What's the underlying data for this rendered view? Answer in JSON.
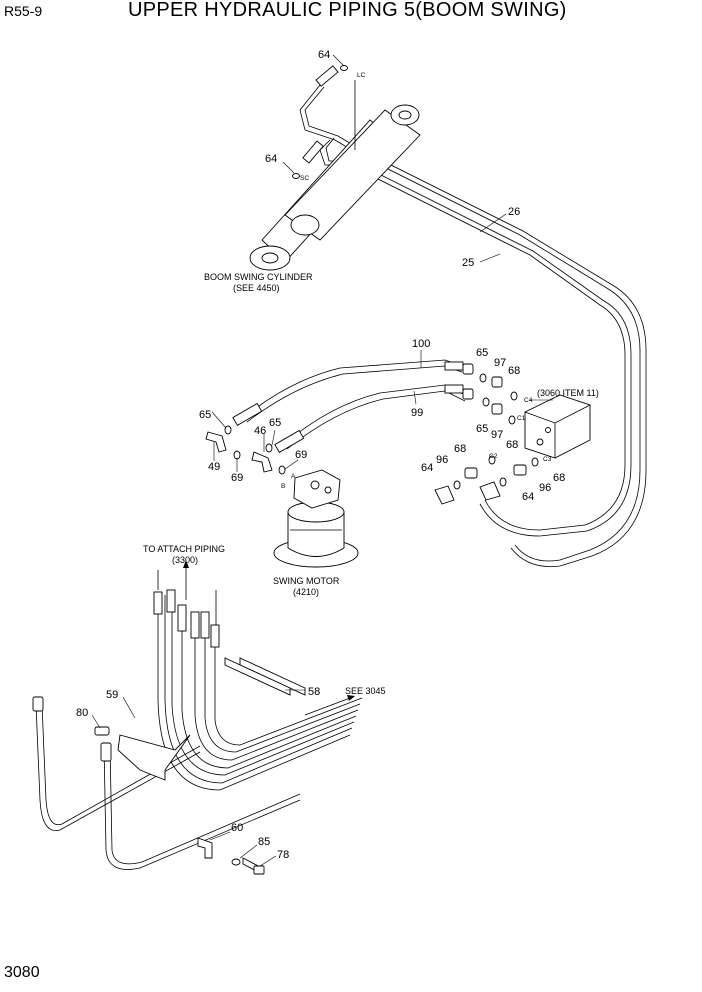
{
  "header": {
    "model": "R55-9",
    "title": "UPPER HYDRAULIC PIPING 5(BOOM SWING)"
  },
  "footer": {
    "page_number": "3080"
  },
  "captions": {
    "cylinder_line1": "BOOM SWING CYLINDER",
    "cylinder_line2": "(SEE 4450)",
    "motor_line1": "SWING MOTOR",
    "motor_line2": "(4210)",
    "attach_line1": "TO ATTACH PIPING",
    "attach_line2": "(3300)",
    "see3045": "SEE 3045",
    "valve_ref": "(3060 ITEM 11)"
  },
  "port_labels": {
    "lc": "LC",
    "sc": "SC",
    "c4": "C4",
    "c1": "C1",
    "c2": "C2",
    "c3": "C3",
    "a": "A",
    "b": "B"
  },
  "part_numbers": {
    "p64_top": "64",
    "p64_mid": "64",
    "p26": "26",
    "p25": "25",
    "p100": "100",
    "p65_a": "65",
    "p97_a": "97",
    "p68_a": "68",
    "p99": "99",
    "p65_b": "65",
    "p97_b": "97",
    "p68_b": "68",
    "p65_left": "65",
    "p49": "49",
    "p69_left": "69",
    "p46": "46",
    "p65_c": "65",
    "p69_c": "69",
    "p68_c": "68",
    "p96_a": "96",
    "p64_c": "64",
    "p64_d": "64",
    "p96_b": "96",
    "p68_d": "68",
    "p59": "59",
    "p80": "80",
    "p58": "58",
    "p60": "60",
    "p85": "85",
    "p78": "78"
  }
}
